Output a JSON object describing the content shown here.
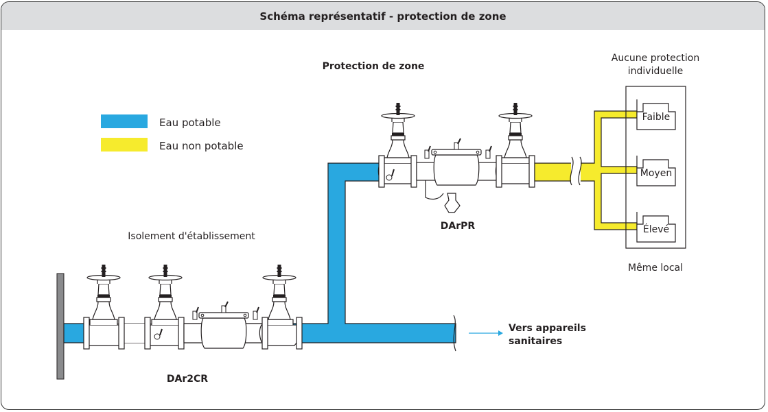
{
  "title": "Schéma représentatif - protection de zone",
  "legend": [
    {
      "label": "Eau potable",
      "color": "#29a8e0"
    },
    {
      "label": "Eau non potable",
      "color": "#f6eb2d"
    }
  ],
  "labels": {
    "protection_zone": "Protection de zone",
    "isolement": "Isolement d'établissement",
    "darpr": "DArPR",
    "dar2cr": "DAr2CR",
    "vers_line1": "Vers appareils",
    "vers_line2": "sanitaires",
    "aucune_line1": "Aucune protection",
    "aucune_line2": "individuelle",
    "meme_local": "Même local"
  },
  "fixtures": [
    {
      "label": "Faible"
    },
    {
      "label": "Moyen"
    },
    {
      "label": "Élevé"
    }
  ],
  "colors": {
    "potable": "#29a8e0",
    "non_potable": "#f6eb2d",
    "wall": "#8a8b8d",
    "stroke": "#231f20"
  }
}
